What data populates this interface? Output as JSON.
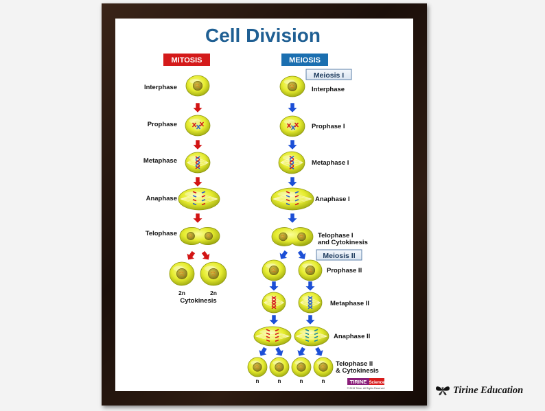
{
  "title": "Cell Division",
  "mitosis": {
    "header": "MITOSIS",
    "stages": [
      "Interphase",
      "Prophase",
      "Metaphase",
      "Anaphase",
      "Telophase"
    ],
    "ploidy": [
      "2n",
      "2n"
    ],
    "cytokinesis": "Cytokinesis"
  },
  "meiosis": {
    "header": "MEIOSIS",
    "meiosis1_label": "Meiosis I",
    "meiosis1_stages": [
      "Interphase",
      "Prophase I",
      "Metaphase I",
      "Anaphase I"
    ],
    "telophase1": [
      "Telophase I",
      "and Cytokinesis"
    ],
    "meiosis2_label": "Meiosis II",
    "meiosis2_stages": [
      "Prophase II",
      "Metaphase II",
      "Anaphase II"
    ],
    "telophase2": [
      "Telophase II",
      "& Cytokinesis"
    ],
    "ploidy": [
      "n",
      "n",
      "n",
      "n"
    ]
  },
  "logo": {
    "brand": "TIRINE",
    "sub": "Science",
    "copyright": "© 2015 Tirine. All Rights Reserved"
  },
  "watermark": "Tirine Education",
  "colors": {
    "title": "#1f5f93",
    "mitosis": "#d41a1a",
    "meiosis": "#1b6fb0",
    "cell": "#e3ea2a",
    "arrow_red": "#d21414",
    "arrow_blue": "#1c4fd6"
  }
}
